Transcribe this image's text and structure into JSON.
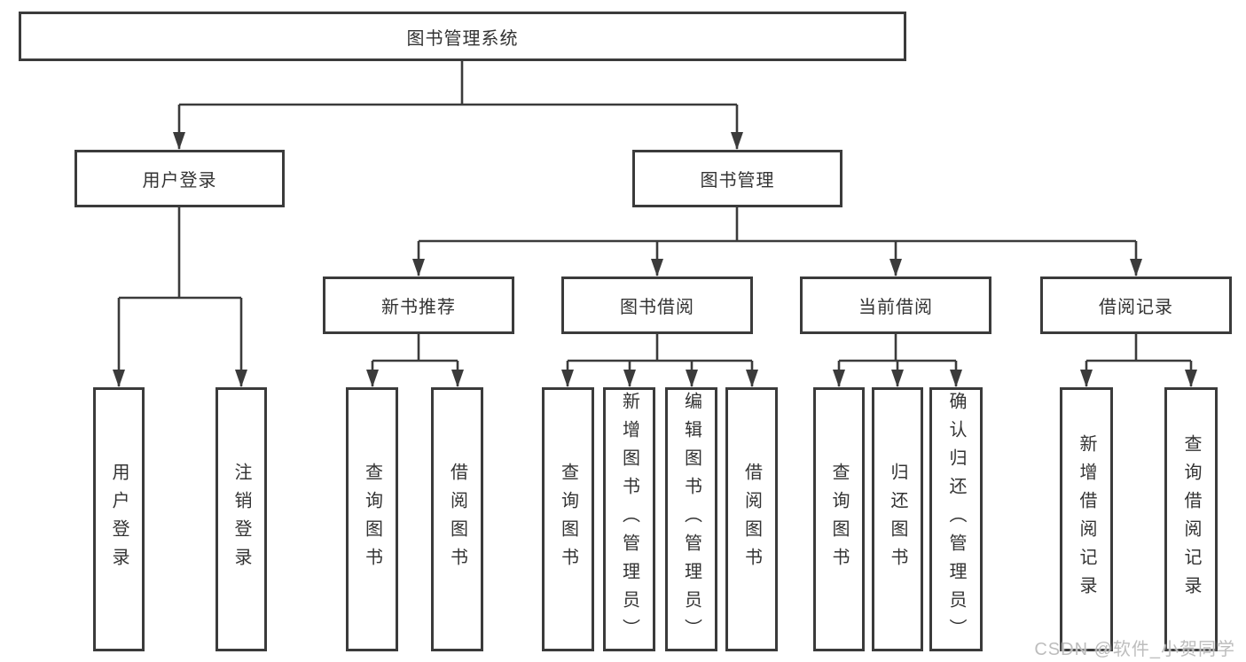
{
  "diagram": {
    "root": {
      "label": "图书管理系统"
    },
    "branches": [
      {
        "label": "用户登录",
        "children": [
          {
            "label": "用户登录"
          },
          {
            "label": "注销登录"
          }
        ]
      },
      {
        "label": "图书管理",
        "children": [
          {
            "label": "新书推荐",
            "children": [
              {
                "label": "查询图书"
              },
              {
                "label": "借阅图书"
              }
            ]
          },
          {
            "label": "图书借阅",
            "children": [
              {
                "label": "查询图书"
              },
              {
                "label": "新增图书（管理员）"
              },
              {
                "label": "编辑图书（管理员）"
              },
              {
                "label": "借阅图书"
              }
            ]
          },
          {
            "label": "当前借阅",
            "children": [
              {
                "label": "查询图书"
              },
              {
                "label": "归还图书"
              },
              {
                "label": "确认归还（管理员）"
              }
            ]
          },
          {
            "label": "借阅记录",
            "children": [
              {
                "label": "新增借阅记录"
              },
              {
                "label": "查询借阅记录"
              }
            ]
          }
        ]
      }
    ]
  },
  "watermark": {
    "text": "CSDN @软件_小贺同学"
  },
  "colors": {
    "line": "#3b3b3b",
    "text": "#333333",
    "background": "#ffffff",
    "watermark": "#bdbdbd"
  }
}
